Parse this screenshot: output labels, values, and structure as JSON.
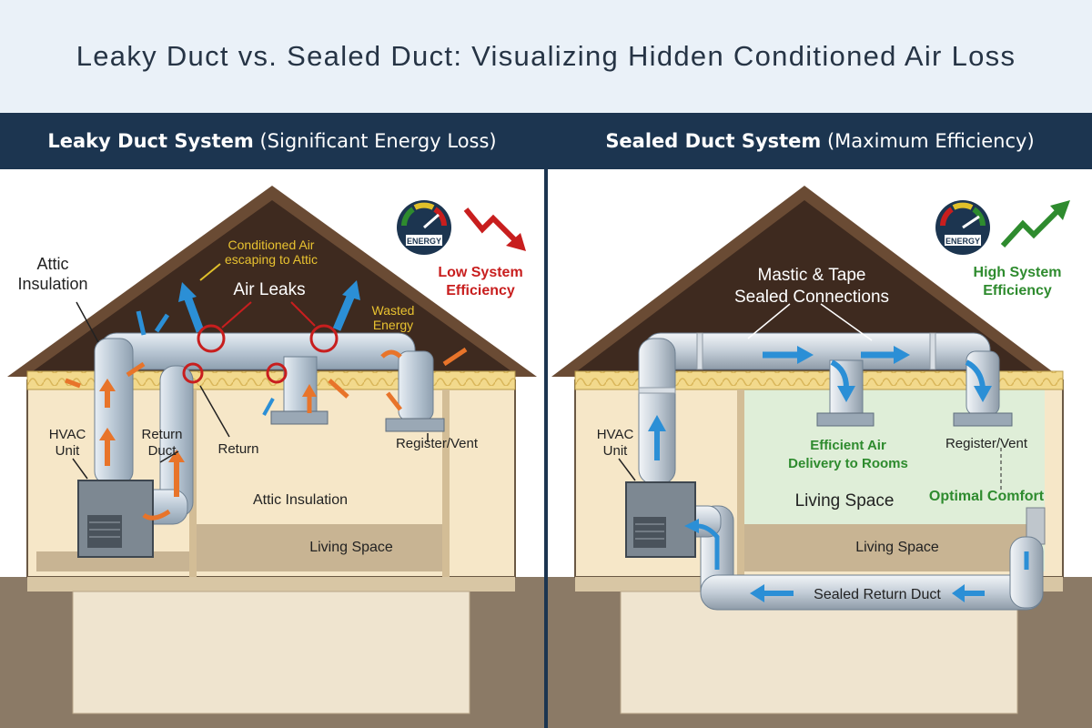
{
  "page": {
    "title": "Leaky Duct vs. Sealed Duct: Visualizing Hidden Conditioned Air Loss"
  },
  "left_panel": {
    "header_bold": "Leaky Duct System",
    "header_rest": " (Significant Energy Loss)",
    "labels": {
      "attic_insulation_line1": "Attic",
      "attic_insulation_line2": "Insulation",
      "conditioned_air_line1": "Conditioned Air",
      "conditioned_air_line2": "escaping to Attic",
      "air_leaks": "Air Leaks",
      "wasted_line1": "Wasted",
      "wasted_line2": "Energy",
      "hvac_line1": "HVAC",
      "hvac_line2": "Unit",
      "return_duct_line1": "Return",
      "return_duct_line2": "Duct",
      "return": "Return",
      "register_vent": "Register/Vent",
      "attic_insulation_room": "Attic Insulation",
      "living_space": "Living Space"
    },
    "gauge_label": "ENERGY",
    "efficiency_line1": "Low System",
    "efficiency_line2": "Efficiency",
    "efficiency_color": "#c81e1e",
    "trend_icon": "down-arrow-icon"
  },
  "right_panel": {
    "header_bold": "Sealed Duct System",
    "header_rest": " (Maximum Efficiency)",
    "labels": {
      "mastic_line1": "Mastic & Tape",
      "mastic_line2": "Sealed Connections",
      "hvac_line1": "HVAC",
      "hvac_line2": "Unit",
      "register_vent": "Register/Vent",
      "efficient_line1": "Efficient Air",
      "efficient_line2": "Delivery to Rooms",
      "living_space_upper": "Living Space",
      "optimal_comfort": "Optimal Comfort",
      "living_space_lower": "Living Space",
      "sealed_return_duct": "Sealed Return Duct"
    },
    "gauge_label": "ENERGY",
    "efficiency_line1": "High System",
    "efficiency_line2": "Efficiency",
    "efficiency_color": "#2e8b2e",
    "trend_icon": "up-arrow-icon"
  },
  "colors": {
    "header_bg": "#1c3550",
    "roof": "#4a3528",
    "insulation": "#f2d98c",
    "living_green": "#dfeed8",
    "air_blue": "#2b8fd6",
    "air_orange": "#e8742a",
    "leak_red": "#c81e1e"
  }
}
